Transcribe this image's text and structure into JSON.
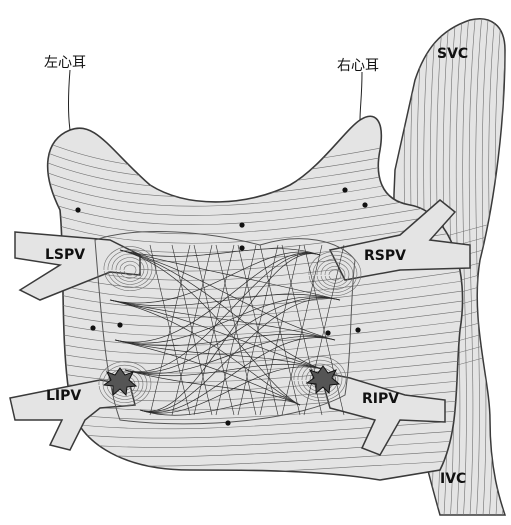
{
  "labels": {
    "left_atrial_appendage": "左心耳",
    "right_atrial_appendage": "右心耳",
    "svc": "SVC",
    "ivc": "IVC",
    "lspv": "LSPV",
    "lipv": "LIPV",
    "rspv": "RSPV",
    "ripv": "RIPV"
  },
  "colors": {
    "tissue": "#e4e4e4",
    "outline": "#3a3a3a",
    "fiber": "#6e6e6e",
    "fiber_dark": "#2e2e2e",
    "background": "#ffffff"
  }
}
